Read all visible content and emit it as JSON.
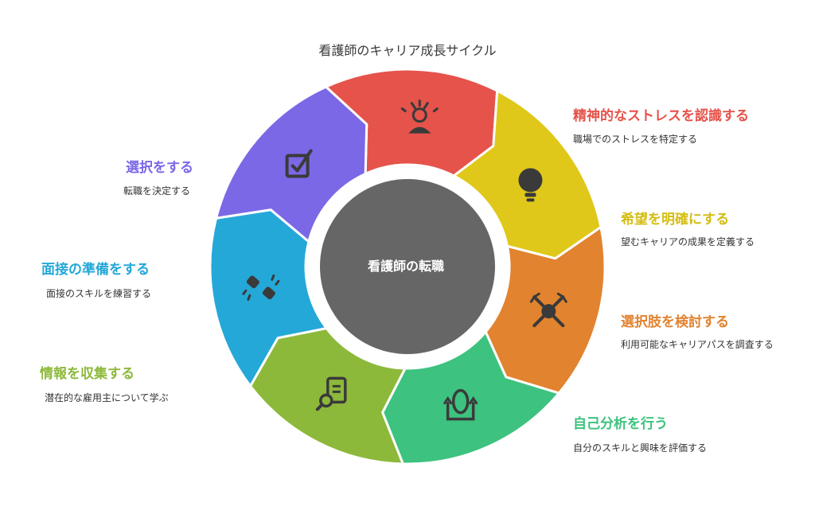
{
  "title": "看護師のキャリア成長サイクル",
  "center": {
    "label": "看護師の転職",
    "color": "#666666"
  },
  "steps": [
    {
      "label": "精神的なストレスを認識する",
      "description": "職場でのストレスを特定する",
      "color": "#E5534B",
      "icon": "stressed-person-icon"
    },
    {
      "label": "希望を明確にする",
      "description": "望むキャリアの成果を定義する",
      "color": "#DFC81A",
      "icon": "lightbulb-icon"
    },
    {
      "label": "選択肢を検討する",
      "description": "利用可能なキャリアパスを調査する",
      "color": "#E2832F",
      "icon": "crossroads-icon"
    },
    {
      "label": "自己分析を行う",
      "description": "自分のスキルと興味を評価する",
      "color": "#3DC27F",
      "icon": "mirror-icon"
    },
    {
      "label": "情報を収集する",
      "description": "潜在的な雇用主について学ぶ",
      "color": "#8DB93B",
      "icon": "document-search-icon"
    },
    {
      "label": "面接の準備をする",
      "description": "面接のスキルを練習する",
      "color": "#24A8D8",
      "icon": "handshake-icon"
    },
    {
      "label": "選択をする",
      "description": "転職を決定する",
      "color": "#7B68E6",
      "icon": "checkbox-icon"
    }
  ]
}
